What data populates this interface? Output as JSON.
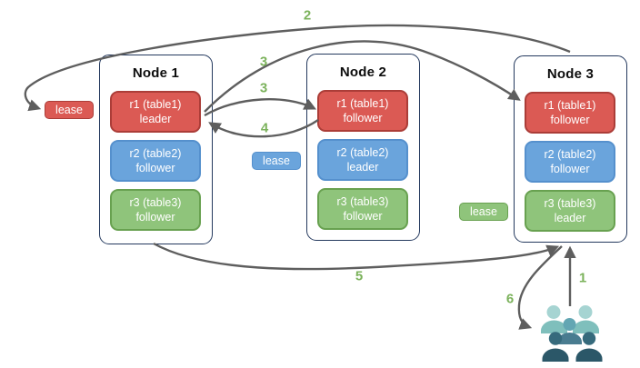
{
  "nodes": [
    {
      "title": "Node 1",
      "replicas": [
        {
          "name": "r1 (table1)",
          "role": "leader",
          "color": "#db5a54"
        },
        {
          "name": "r2 (table2)",
          "role": "follower",
          "color": "#6aa4dc"
        },
        {
          "name": "r3 (table3)",
          "role": "follower",
          "color": "#8fc47b"
        }
      ]
    },
    {
      "title": "Node 2",
      "replicas": [
        {
          "name": "r1 (table1)",
          "role": "follower",
          "color": "#db5a54"
        },
        {
          "name": "r2 (table2)",
          "role": "leader",
          "color": "#6aa4dc"
        },
        {
          "name": "r3 (table3)",
          "role": "follower",
          "color": "#8fc47b"
        }
      ]
    },
    {
      "title": "Node 3",
      "replicas": [
        {
          "name": "r1 (table1)",
          "role": "follower",
          "color": "#db5a54"
        },
        {
          "name": "r2 (table2)",
          "role": "follower",
          "color": "#6aa4dc"
        },
        {
          "name": "r3 (table3)",
          "role": "leader",
          "color": "#8fc47b"
        }
      ]
    }
  ],
  "leases": {
    "table1": "lease",
    "table2": "lease",
    "table3": "lease"
  },
  "flow_labels": {
    "step1": "1",
    "step2": "2",
    "step3a": "3",
    "step3b": "3",
    "step4": "4",
    "step5": "5",
    "step6": "6"
  },
  "icons": {
    "users": "users-icon"
  },
  "colors": {
    "replica_red": "#db5a54",
    "replica_red_border": "#ab3d38",
    "replica_blue": "#6aa4dc",
    "replica_blue_border": "#5590cd",
    "replica_green": "#8fc47b",
    "replica_green_border": "#68a150",
    "node_border": "#24395e",
    "arrow": "#5e5e5e",
    "flow_label_green": "#7bb25b",
    "users_light_head": "#a6d4d2",
    "users_light_body": "#7fbfbc",
    "users_medium_head": "#63a6b3",
    "users_medium_body": "#497c90",
    "users_dark_head": "#366a7c",
    "users_dark_body": "#2b5768"
  }
}
